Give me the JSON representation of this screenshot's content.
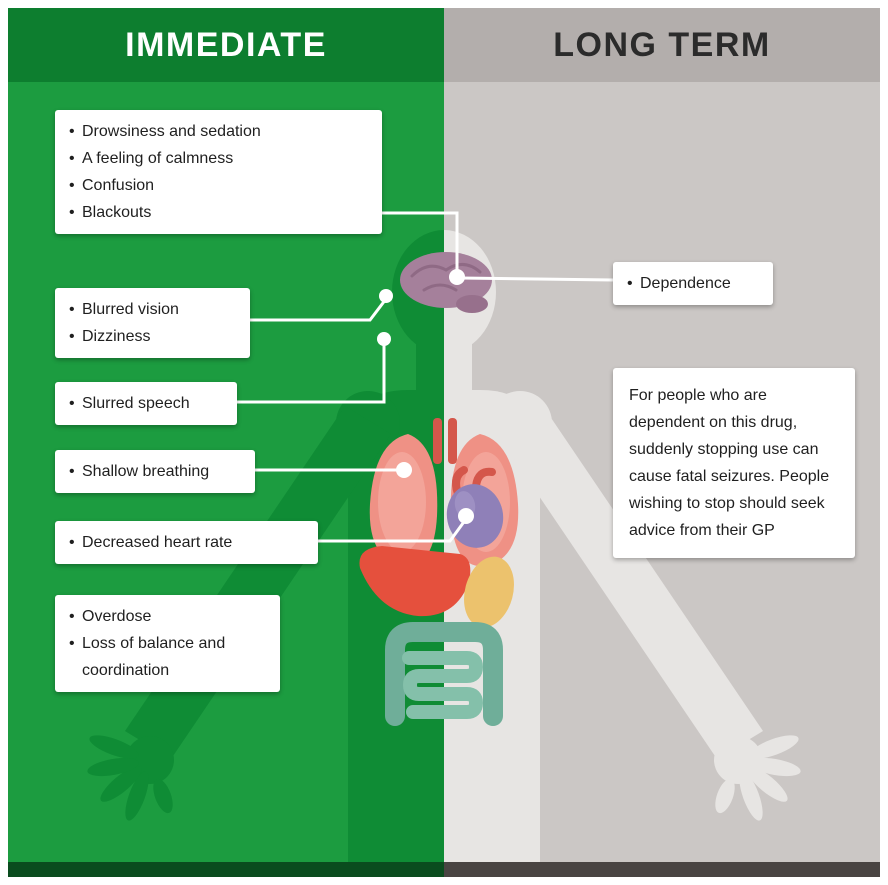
{
  "header": {
    "immediate_label": "IMMEDIATE",
    "long_term_label": "LONG TERM"
  },
  "immediate_callouts": [
    {
      "id": "sedation",
      "items": [
        "Drowsiness and sedation",
        "A feeling of calmness",
        "Confusion",
        "Blackouts"
      ]
    },
    {
      "id": "vision",
      "items": [
        "Blurred vision",
        "Dizziness"
      ]
    },
    {
      "id": "speech",
      "items": [
        "Slurred speech"
      ]
    },
    {
      "id": "breathing",
      "items": [
        "Shallow breathing"
      ]
    },
    {
      "id": "heart",
      "items": [
        "Decreased heart rate"
      ]
    },
    {
      "id": "overdose",
      "items": [
        "Overdose",
        "Loss of balance and coordination"
      ]
    }
  ],
  "long_term_callouts": [
    {
      "id": "dependence",
      "items": [
        "Dependence"
      ]
    }
  ],
  "gp_note": "For people who are dependent on this drug, suddenly stopping use can cause fatal seizures. People wishing to stop should seek advice from their GP",
  "colors": {
    "green_bg": "#1c9c40",
    "green_header": "#0d7e2f",
    "green_body": "#0f8c35",
    "green_footer": "#0a4c1e",
    "gray_bg": "#cbc7c5",
    "gray_header": "#b3aeac",
    "gray_body": "#e7e5e3",
    "gray_footer": "#494442",
    "box_bg": "#ffffff",
    "text_dark": "#1f1f1f",
    "organ_brain": "#a5809b",
    "organ_lungs": "#ef9185",
    "organ_heart": "#8f80b8",
    "organ_liver": "#e5503d",
    "organ_stomach": "#ecc26d",
    "organ_intestine": "#6fae99",
    "organ_intestine_small": "#84c0aa",
    "organ_vessel": "#d4574b",
    "connector": "#ffffff"
  }
}
